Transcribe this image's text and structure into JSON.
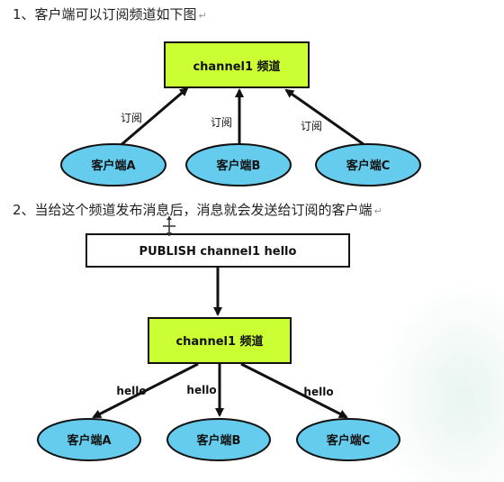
{
  "steps": {
    "step1": "1、客户端可以订阅频道如下图",
    "step2": "2、当给这个频道发布消息后，消息就会发送给订阅的客户端"
  },
  "return_mark": "↵",
  "diagram1": {
    "channel": "channel1 频道",
    "clients": [
      "客户端A",
      "客户端B",
      "客户端C"
    ],
    "edge_labels": [
      "订阅",
      "订阅",
      "订阅"
    ]
  },
  "diagram2": {
    "command": "PUBLISH channel1 hello",
    "channel": "channel1 频道",
    "clients": [
      "客户端A",
      "客户端B",
      "客户端C"
    ],
    "edge_labels": [
      "hello",
      "hello",
      "hello"
    ]
  },
  "colors": {
    "channel_fill": "#ccff33",
    "client_fill": "#66ccee",
    "stroke": "#111111"
  }
}
